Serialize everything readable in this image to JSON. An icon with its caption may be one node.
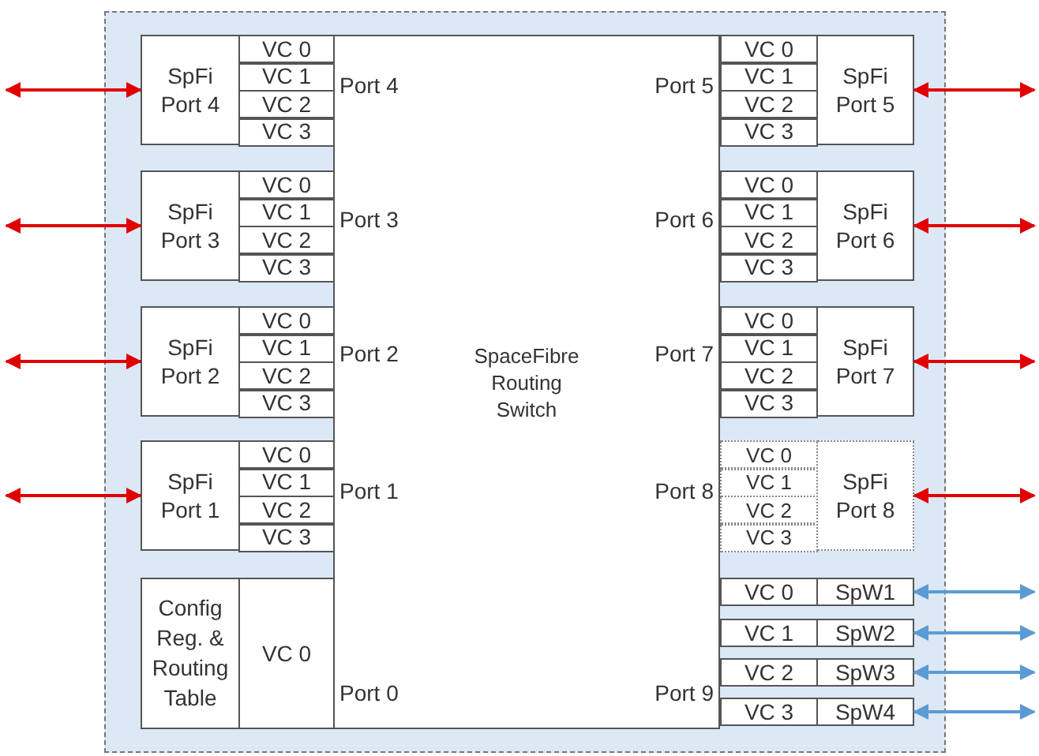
{
  "diagram": {
    "nodes": [
      {
        "text": [],
        "shape": "box"
      },
      {
        "text": [
          "SpaceFibre Routing Switch"
        ],
        "in": 0
      },
      {
        "text": [
          "SpFi Port 4"
        ],
        "in": 0
      },
      {
        "text": [
          "VC 0"
        ],
        "in": 0
      },
      {
        "text": [
          "VC 1"
        ],
        "in": 0
      },
      {
        "text": [
          "VC 2"
        ],
        "in": 0
      },
      {
        "text": [
          "VC 3"
        ],
        "in": 0
      },
      {
        "text": [
          "SpFi Port 3"
        ],
        "in": 0
      },
      {
        "text": [
          "VC 0"
        ],
        "in": 0
      },
      {
        "text": [
          "VC 1"
        ],
        "in": 0
      },
      {
        "text": [
          "VC 2"
        ],
        "in": 0
      },
      {
        "text": [
          "VC 3"
        ],
        "in": 0
      },
      {
        "text": [
          "SpFi Port 2"
        ],
        "in": 0
      },
      {
        "text": [
          "VC 0"
        ],
        "in": 0
      },
      {
        "text": [
          "VC 1"
        ],
        "in": 0
      },
      {
        "text": [
          "VC 2"
        ],
        "in": 0
      },
      {
        "text": [
          "VC 3"
        ],
        "in": 0
      },
      {
        "text": [
          "SpFi Port 1"
        ],
        "in": 0
      },
      {
        "text": [
          "VC 0"
        ],
        "in": 0
      },
      {
        "text": [
          "VC 1"
        ],
        "in": 0
      },
      {
        "text": [
          "VC 2"
        ],
        "in": 0
      },
      {
        "text": [
          "VC 3"
        ],
        "in": 0
      },
      {
        "text": [
          "Config Reg. & Routing Table"
        ],
        "in": 0
      },
      {
        "text": [
          "VC 0"
        ],
        "in": 0
      },
      {
        "text": [
          "VC 0"
        ],
        "in": 0
      },
      {
        "text": [
          "VC 1"
        ],
        "in": 0
      },
      {
        "text": [
          "VC 2"
        ],
        "in": 0
      },
      {
        "text": [
          "VC 3"
        ],
        "in": 0
      },
      {
        "text": [
          "SpFi Port 5"
        ],
        "in": 0
      },
      {
        "text": [
          "VC 0"
        ],
        "in": 0
      },
      {
        "text": [
          "VC 1"
        ],
        "in": 0
      },
      {
        "text": [
          "VC 2"
        ],
        "in": 0
      },
      {
        "text": [
          "VC 3"
        ],
        "in": 0
      },
      {
        "text": [
          "SpFi Port 6"
        ],
        "in": 0
      },
      {
        "text": [
          "VC 0"
        ],
        "in": 0
      },
      {
        "text": [
          "VC 1"
        ],
        "in": 0
      },
      {
        "text": [
          "VC 2"
        ],
        "in": 0
      },
      {
        "text": [
          "VC 3"
        ],
        "in": 0
      },
      {
        "text": [
          "SpFi Port 7"
        ],
        "in": 0
      },
      {
        "text": [
          "VC 0"
        ],
        "in": 0
      },
      {
        "text": [
          "VC 1"
        ],
        "in": 0
      },
      {
        "text": [
          "VC 2"
        ],
        "in": 0
      },
      {
        "text": [
          "VC 3"
        ],
        "in": 0
      },
      {
        "text": [
          "SpFi Port 8"
        ],
        "in": 0
      },
      {
        "text": [
          "VC 0"
        ],
        "in": 0
      },
      {
        "text": [
          "SpW1"
        ],
        "in": 0
      },
      {
        "text": [
          "VC 1"
        ],
        "in": 0
      },
      {
        "text": [
          "SpW2"
        ],
        "in": 0
      },
      {
        "text": [
          "VC 2"
        ],
        "in": 0
      },
      {
        "text": [
          "SpW3"
        ],
        "in": 0
      },
      {
        "text": [
          "VC 3"
        ],
        "in": 0
      },
      {
        "text": [
          "SpW4"
        ],
        "in": 0
      }
    ],
    "edges": [
      {
        "from": null,
        "to": 2,
        "arrow": "both"
      },
      {
        "from": null,
        "to": 7,
        "arrow": "both"
      },
      {
        "from": null,
        "to": 12,
        "arrow": "both"
      },
      {
        "from": null,
        "to": 17,
        "arrow": "both"
      },
      {
        "from": 28,
        "to": null,
        "arrow": "both"
      },
      {
        "from": 33,
        "to": null,
        "arrow": "both"
      },
      {
        "from": 38,
        "to": null,
        "arrow": "both"
      },
      {
        "from": 43,
        "to": null,
        "arrow": "both"
      },
      {
        "from": 45,
        "to": null,
        "arrow": "both",
        "color": "#5b9bd5"
      },
      {
        "from": 47,
        "to": null,
        "arrow": "both",
        "color": "#5b9bd5"
      },
      {
        "from": 49,
        "to": null,
        "arrow": "both",
        "color": "#5b9bd5"
      },
      {
        "from": 51,
        "to": null,
        "arrow": "both",
        "color": "#5b9bd5"
      }
    ],
    "labels": [
      "Port 4",
      "Port 5",
      "Port 3",
      "Port 6",
      "Port 2",
      "Port 7",
      "Port 1",
      "Port 8",
      "Port 0",
      "Port 9"
    ]
  }
}
